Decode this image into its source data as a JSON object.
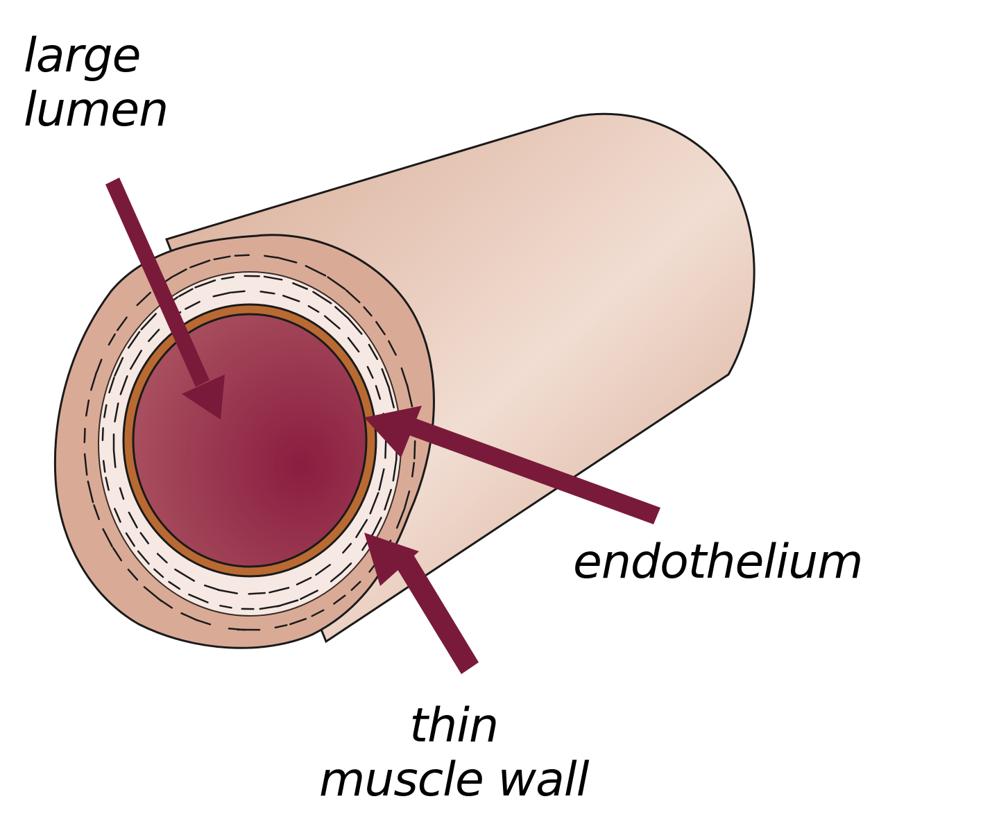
{
  "labels": {
    "lumen": [
      "large",
      "lumen"
    ],
    "endothelium": "endothelium",
    "muscle": [
      "thin",
      "muscle wall"
    ]
  },
  "colors": {
    "arrow": "#7a1a3a",
    "tube_body": "#e9c8b6",
    "tube_outline": "#1a1a1a",
    "outer_wall": "#d9ab97",
    "inner_wall": "#f6e8e2",
    "endothelium_ring": "#b86a32",
    "lumen_center": "#8a1d40",
    "lumen_edge": "#a9505f"
  }
}
